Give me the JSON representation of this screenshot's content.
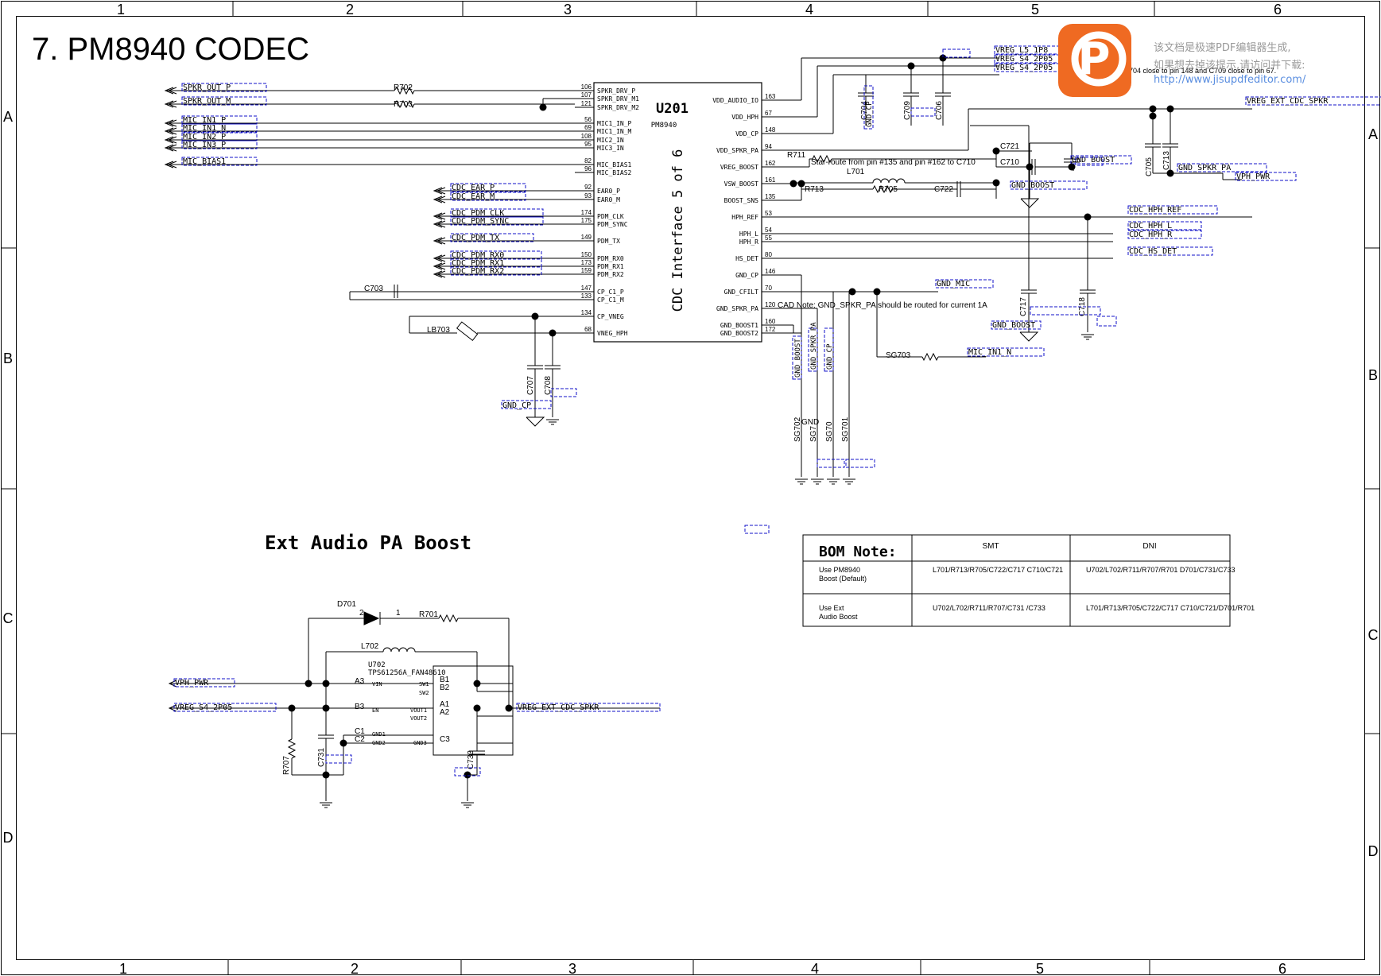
{
  "sheet": {
    "title": "7. PM8940 CODEC",
    "columns": [
      "1",
      "2",
      "3",
      "4",
      "5",
      "6"
    ],
    "rows_left": [
      "A",
      "B",
      "C",
      "D"
    ],
    "rows_right": [
      "A",
      "B",
      "C",
      "D"
    ]
  },
  "u201": {
    "ref": "U201",
    "part": "PM8940",
    "subtitle": "CDC Interface 5 of 6",
    "left_pins": [
      {
        "num": "106",
        "name": "SPKR_DRV_P"
      },
      {
        "num": "107",
        "name": "SPKR_DRV_M1"
      },
      {
        "num": "121",
        "name": "SPKR_DRV_M2"
      },
      {
        "num": "56",
        "name": "MIC1_IN_P"
      },
      {
        "num": "69",
        "name": "MIC1_IN_M"
      },
      {
        "num": "108",
        "name": "MIC2_IN"
      },
      {
        "num": "95",
        "name": "MIC3_IN"
      },
      {
        "num": "82",
        "name": "MIC_BIAS1"
      },
      {
        "num": "96",
        "name": "MIC_BIAS2"
      },
      {
        "num": "92",
        "name": "EAR0_P"
      },
      {
        "num": "93",
        "name": "EAR0_M"
      },
      {
        "num": "174",
        "name": "PDM_CLK"
      },
      {
        "num": "175",
        "name": "PDM_SYNC"
      },
      {
        "num": "149",
        "name": "PDM_TX"
      },
      {
        "num": "150",
        "name": "PDM_RX0"
      },
      {
        "num": "173",
        "name": "PDM_RX1"
      },
      {
        "num": "159",
        "name": "PDM_RX2"
      },
      {
        "num": "147",
        "name": "CP_C1_P"
      },
      {
        "num": "133",
        "name": "CP_C1_M"
      },
      {
        "num": "134",
        "name": "CP_VNEG"
      },
      {
        "num": "68",
        "name": "VNEG_HPH"
      }
    ],
    "right_pins": [
      {
        "num": "163",
        "name": "VDD_AUDIO_IO"
      },
      {
        "num": "67",
        "name": "VDD_HPH"
      },
      {
        "num": "148",
        "name": "VDD_CP"
      },
      {
        "num": "94",
        "name": "VDD_SPKR_PA"
      },
      {
        "num": "162",
        "name": "VREG_BOOST"
      },
      {
        "num": "161",
        "name": "VSW_BOOST"
      },
      {
        "num": "135",
        "name": "BOOST_SNS"
      },
      {
        "num": "53",
        "name": "HPH_REF"
      },
      {
        "num": "54",
        "name": "HPH_L"
      },
      {
        "num": "55",
        "name": "HPH_R"
      },
      {
        "num": "80",
        "name": "HS_DET"
      },
      {
        "num": "146",
        "name": "GND_CP"
      },
      {
        "num": "70",
        "name": "GND_CFILT"
      },
      {
        "num": "120",
        "name": "GND_SPKR_PA"
      },
      {
        "num": "160",
        "name": "GND_BOOST1"
      },
      {
        "num": "172",
        "name": "GND_BOOST2"
      }
    ]
  },
  "nets_left": [
    "SPKR_OUT_P",
    "SPKR_OUT_M",
    "MIC_IN1_P",
    "MIC_IN1_N",
    "MIC_IN2_P",
    "MIC_IN3_P",
    "MIC_BIAS1",
    "CDC_EAR_P",
    "CDC_EAR_M",
    "CDC_PDM_CLK",
    "CDC_PDM_SYNC",
    "CDC_PDM_TX",
    "CDC_PDM_RX0",
    "CDC_PDM_RX1",
    "CDC_PDM_RX2"
  ],
  "nets_right": [
    "VREG_L5_1P8",
    "VREG_S4_2P05",
    "VREG_S4_2P05",
    "VREG_EXT_CDC_SPKR",
    "GND_SPKR_PA",
    "VPH_PWR",
    "CDC_HPH_REF",
    "CDC_HPH_L",
    "CDC_HPH_R",
    "CDC_HS_DET",
    "GND_MIC",
    "MIC_IN1_N",
    "GND_BOOST",
    "GND_BOOST",
    "GND_BOOST",
    "GND_CP"
  ],
  "components": {
    "R702": "R702",
    "R703": "R703",
    "C703": "C703",
    "LB703": "LB703",
    "C707": "C707",
    "C708": "C708",
    "C704": "C704",
    "C709": "C709",
    "C706": "C706",
    "R711": "R711",
    "L701": "L701",
    "R713": "R713",
    "R705": "R705",
    "C722": "C722",
    "C721": "C721",
    "C710": "C710",
    "C705": "C705",
    "C713": "C713",
    "C717": "C717",
    "C718": "C718",
    "SG703": "SG703",
    "SG702": "SG702",
    "SG704": "SG7",
    "SG705": "SG70",
    "SG701": "SG701"
  },
  "vertical_net_labels": [
    "GND_CP",
    "GND_BOOST",
    "GND_SPKR_PA",
    "GND_CP"
  ],
  "notes": {
    "star_route": "Star-route from pin #135 and pin #162 to C710",
    "cad_note": "CAD Note: GND_SPKR_PA  should be routed for current 1A",
    "c704_note": "704 close to pin 148 and C709 close to pin 67.",
    "gnd_label": "GND"
  },
  "ext_pa": {
    "title": "Ext Audio PA Boost",
    "u702_ref": "U702",
    "u702_part": "TPS61256A_FAN48610",
    "d701": "D701",
    "d701_pin2": "2",
    "d701_pin1": "1",
    "r701": "R701",
    "l702": "L702",
    "r707": "R707",
    "c731": "C731",
    "c733": "C733",
    "net_vph": "VPH_PWR",
    "net_vreg": "VREG_S4_2P05",
    "net_out": "VREG_EXT_CDC_SPKR",
    "pins": {
      "a3": "A3",
      "b3": "B3",
      "c1": "C1",
      "c2": "C2",
      "b1": "B1",
      "b2": "B2",
      "a1": "A1",
      "a2": "A2",
      "c3": "C3",
      "vin": "VIN",
      "en": "EN",
      "gnd1": "GND1",
      "gnd2": "GND2",
      "sw1": "SW1",
      "sw2": "SW2",
      "vout1": "VOUT1",
      "vout2": "VOUT2",
      "gnd3": "GND3"
    }
  },
  "bom": {
    "title": "BOM Note:",
    "header_smt": "SMT",
    "header_dni": "DNI",
    "rows": [
      {
        "label": "Use PM8940 Boost (Default)",
        "smt": "L701/R713/R705/C722/C717 C710/C721",
        "dni": "U702/L702/R711/R707/R701 D701/C731/C733"
      },
      {
        "label": "Use Ext Audio Boost",
        "smt": "U702/L702/R711/R707/C731 /C733",
        "dni": "L701/R713/R705/C722/C717 C710/C721/D701/R701"
      }
    ]
  },
  "watermark": {
    "line1": "该文档是极速PDF编辑器生成,",
    "line2": "如果想去掉该提示,请访问并下载:",
    "line3": "http://www.jisupdfeditor.com/",
    "logo_letter": "P"
  },
  "colors": {
    "line": "#000000",
    "netbox": "#1010c8",
    "logo": "#ef6a22",
    "watermark_text": "#9a9a9a",
    "url": "#5a8ee0"
  }
}
